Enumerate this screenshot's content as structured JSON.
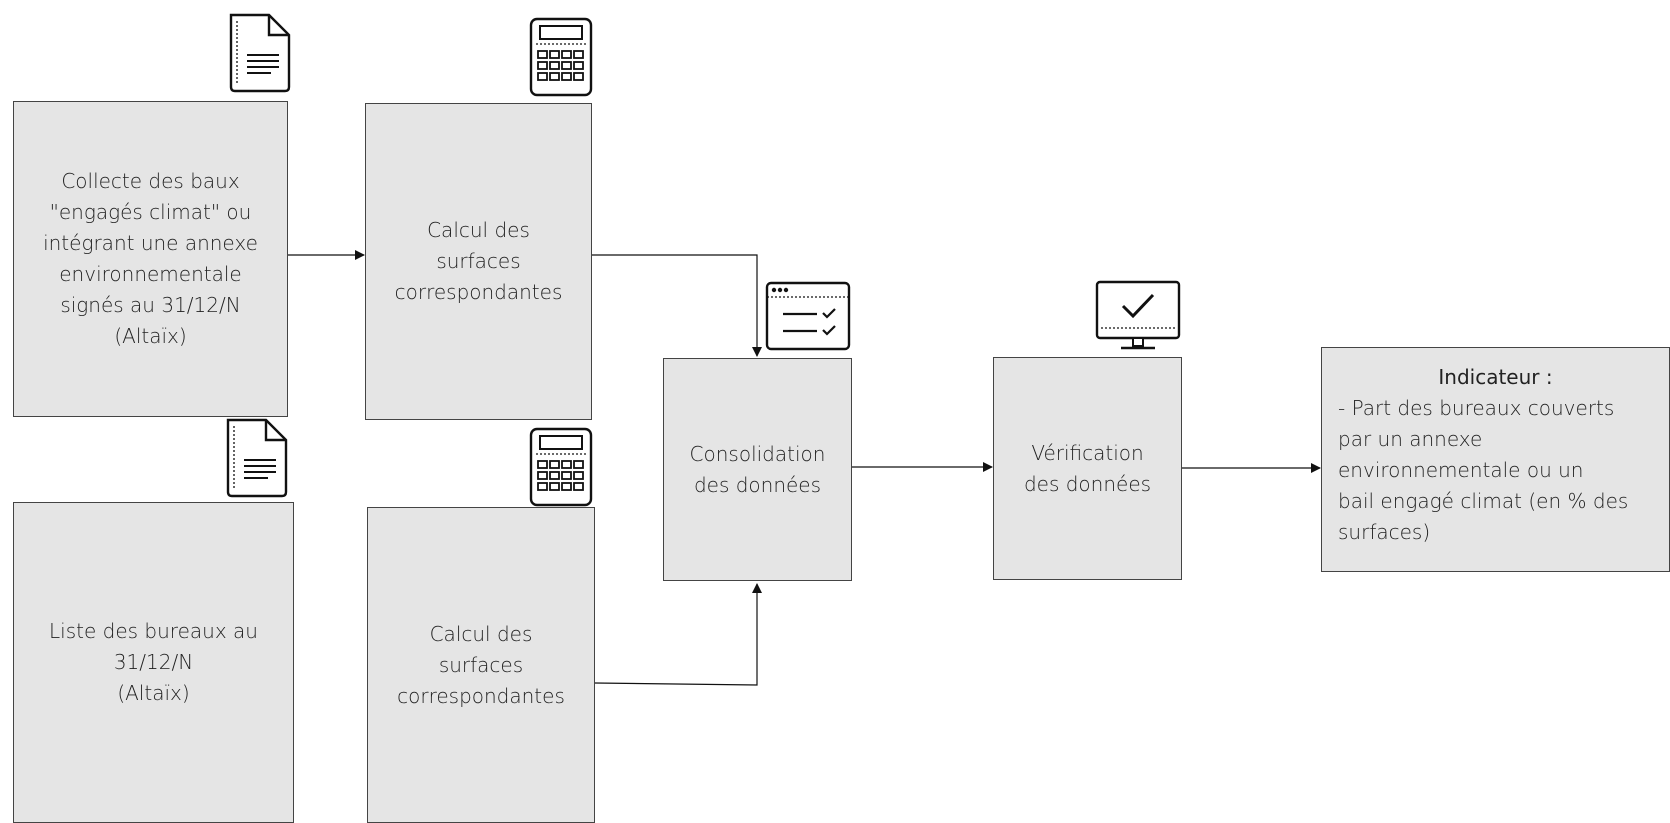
{
  "boxes": {
    "collect": "Collecte des baux\n\"engagés climat\" ou\nintégrant une annexe\nenvironnementale\nsignés au 31/12/N\n(Altaïx)",
    "calc_top": "Calcul des\nsurfaces\ncorrespondantes",
    "list_offices": "Liste des bureaux au\n31/12/N\n(Altaïx)",
    "calc_bottom": "Calcul des\nsurfaces\ncorrespondantes",
    "consolidation": "Consolidation\ndes données",
    "verification": "Vérification\ndes données"
  },
  "indicator": {
    "title": "Indicateur",
    "title_suffix": " :",
    "body": "- Part des bureaux couverts\npar un annexe\nenvironnementale ou un\nbail engagé climat (en % des\nsurfaces)"
  },
  "icons": [
    "document-icon",
    "calculator-icon",
    "document-icon",
    "calculator-icon",
    "checklist-window-icon",
    "monitor-check-icon"
  ]
}
